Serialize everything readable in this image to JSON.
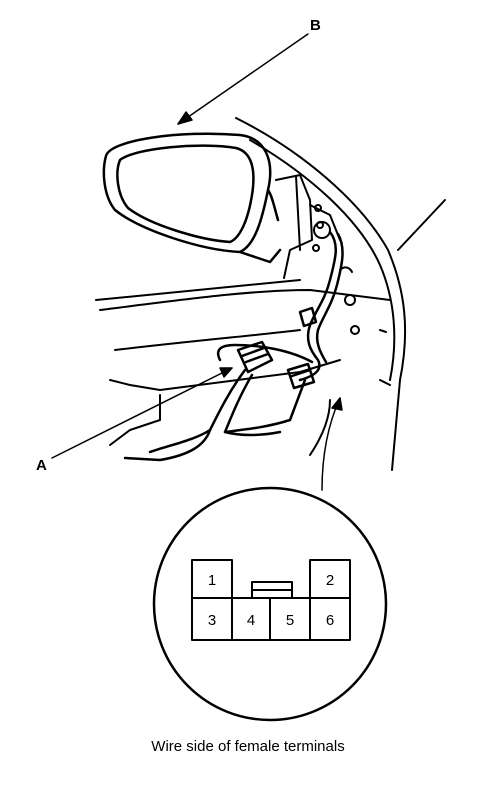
{
  "callouts": {
    "b": "B",
    "a": "A"
  },
  "connector_pins": [
    "1",
    "2",
    "3",
    "4",
    "5",
    "6"
  ],
  "caption": "Wire side of female terminals"
}
